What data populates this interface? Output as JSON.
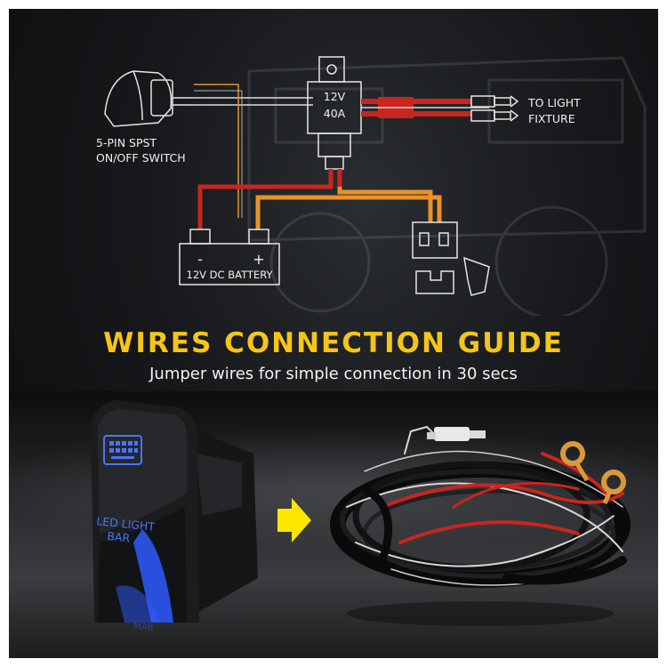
{
  "diagram": {
    "switch_label_line1": "5-PIN SPST",
    "switch_label_line2": "ON/OFF SWITCH",
    "relay_line1": "12V",
    "relay_line2": "40A",
    "light_label_line1": "TO LIGHT",
    "light_label_line2": "FIXTURE",
    "battery_label": "12V DC BATTERY",
    "battery_minus": "-",
    "battery_plus": "+"
  },
  "heading": {
    "title": "WIRES CONNECTION GUIDE",
    "subtitle": "Jumper wires for simple connection in 30 secs"
  },
  "products": {
    "switch_text_line1": "LED LIGHT",
    "switch_text_line2": "BAR",
    "switch_back_text": "MAB"
  },
  "colors": {
    "title_yellow": "#f5c518",
    "wire_red": "#c8261e",
    "wire_orange": "#e8922a",
    "switch_blue": "#2f5bff",
    "arrow_yellow": "#ffe600"
  }
}
